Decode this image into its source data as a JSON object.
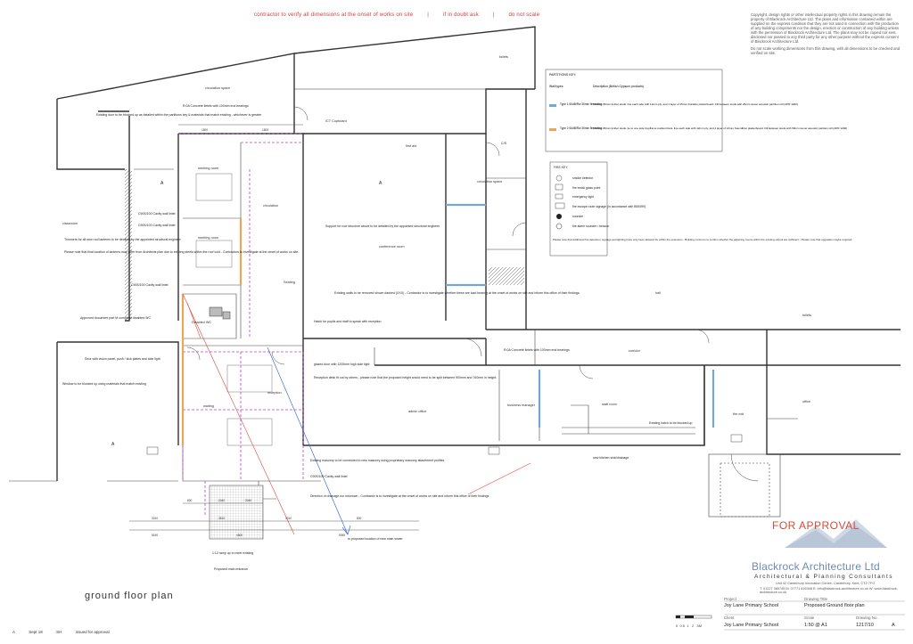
{
  "warnings": {
    "dimensions": "contractor to verify all dimensions at the onset of works on site",
    "doubt": "if in doubt ask",
    "scale": "do not scale"
  },
  "copyright": {
    "paragraph": "Copyright, design rights or other intellectual property rights in this drawing remain the property of Blackrock Architecture Ltd. The plans and information contained within are supplied on the express condition that they are not used in connection with the production of any building components nor the design, erection or construction of any building unless with the permission of Blackrock Architecture Ltd. The plans may not be copied nor sent, disclosed nor passed to any third party for any other purpose without the express consent of Blackrock Architecture Ltd.",
    "note": "Do not scale working dimensions from this drawing, with all dimensions to be checked and verified on site."
  },
  "partitions_key": {
    "title": "PARTITIONS KEY:",
    "col_type": "Wall types",
    "col_desc": "Description (British Gypsum products)",
    "rows": [
      {
        "type": "Type 1 60dB/Rw 30min fire rating",
        "desc": "38mm x 89mm timber studs. line each side with 12mm ply, and 1 layer of 15mm Duraline plasterboard. Fill between studs with 25mm isover acoustic partition roll (APR 1200)",
        "color": "#6fa9d6"
      },
      {
        "type": "Type 2 60dB/Rw 30min fire rating",
        "desc": "38mm x 89mm timber studs, tie to one side Gypframe resilient bars, line each side with 12mm ply, and 2 layer of 12mm Soundbloc plasterboard. Fill between studs with 50mm isover acoustic partition roll (APR 1200)",
        "color": "#e8a65a"
      }
    ]
  },
  "fire_key": {
    "title": "FIRE KEY:",
    "items": [
      "smoke detector",
      "fire break glass point",
      "emergency light",
      "fire escape route signage (in accordance with B55499)",
      "sounder",
      "fire alarm sounder / beacon"
    ],
    "note": "Please note that additional fire detection, signage and lighting have only been allowed for within the extension - Building control is to confirm whether the adjoining rooms within the existing school are sufficient - Please note that upgrades maybe required."
  },
  "rooms": [
    "circulation space",
    "toilets",
    "ICT Cupboard",
    "first aid",
    "C/S",
    "circulation space",
    "meeting room",
    "meeting room",
    "circulation",
    "conference room",
    "classroom",
    "hall",
    "toilets",
    "Seating",
    "Disabled WC",
    "reception",
    "waiting",
    "admin office",
    "business manager",
    "staff room",
    "corridor",
    "fire exit",
    "office"
  ],
  "notes": [
    "R:0A Concrete lintels with 100mm end bearings",
    "Existing door to be blocked up as detailed within the partitions key & materials that match existing - whichever is greater",
    "C90S/100 Cavity wall lintel",
    "C90S/100 Cavity wall lintel",
    "Trimmers for all new roof lanterns to be detailed by the appointed structural engineer",
    "Please note that final location of lanterns may differ from Architects plan due to existing steels within the roof void - Contractors to investigate at the onset of works on site.",
    "C90S/100 Cavity wall lintel",
    "Support for roof structure above to be detailed by the appointed structural engineer",
    "Existing walls to be removed shown dashed (XXX) - Contractor is to investigate whether these are load bearing at the onset of works on site and inform this office of their findings.",
    "Hatch for pupils and staff to speak with reception",
    "Approved document part M compliant disabled WC",
    "Door with vision panel, push / kick plates and side light",
    "Window to be blocked up using materials that match existing",
    "glazed door with 1200mm high side light",
    "Reception desk fit out by others - please note that the proposed height would need to be split between 900mm and 760mm in height.",
    "R:0A Concrete lintels with 100mm end bearings",
    "Existing hatch to be blocked up",
    "Existing masonry to be connected to new masonry using proprietary masonry attachment profiles.",
    "C90S/100 Cavity wall lintel",
    "Direction of drainage run unknown - Contractor is to investigate at the onset of works on site and inform this office of their findings",
    "Proposed main entrance",
    "new kitchen sink/drainage",
    "1:12 ramp up to meet existing",
    "to proposed location of new main sewer"
  ],
  "dims": [
    "1800",
    "1800",
    "800",
    "2040",
    "2040",
    "3310",
    "3510",
    "3310",
    "800",
    "5190",
    "4500",
    "5055"
  ],
  "brand": {
    "approval": "FOR APPROVAL",
    "name": "Blackrock Architecture Ltd",
    "tagline": "Architectural & Planning Consultants",
    "address": "Unit 42 Canterbury Innovation Centre, Canterbury, Kent, CT2 7FG",
    "contact": "T: 01227 385745  M: 07771 616348  E: info@blackrock-architecture.co.uk  W: www.blackrock-architecture.co.uk"
  },
  "title_block": {
    "project_label": "Project",
    "project": "Joy Lane Primary School",
    "drawing_title_label": "Drawing Title",
    "drawing_title": "Proposed Ground floor plan",
    "client_label": "Client",
    "client": "Joy Lane Primary School",
    "scale_label": "Scale",
    "scale": "1:50 @ A1",
    "drawing_no_label": "Drawing No.",
    "drawing_no": "1217/10",
    "revision": "A"
  },
  "scale_bar": [
    "0",
    "0.5",
    "1",
    "2",
    "3M"
  ],
  "sheet_title": "ground floor plan",
  "revision_row": {
    "rev": "A",
    "date": "Sept 18",
    "by": "SH",
    "desc": "issued for approval"
  },
  "colors": {
    "warning": "#d23a3a",
    "brand": "#6e8cb0",
    "approval": "#d64a3a",
    "dash_magenta": "#c23ec9",
    "note_line": "#d64a3a",
    "drain_line": "#3f6fd6"
  }
}
